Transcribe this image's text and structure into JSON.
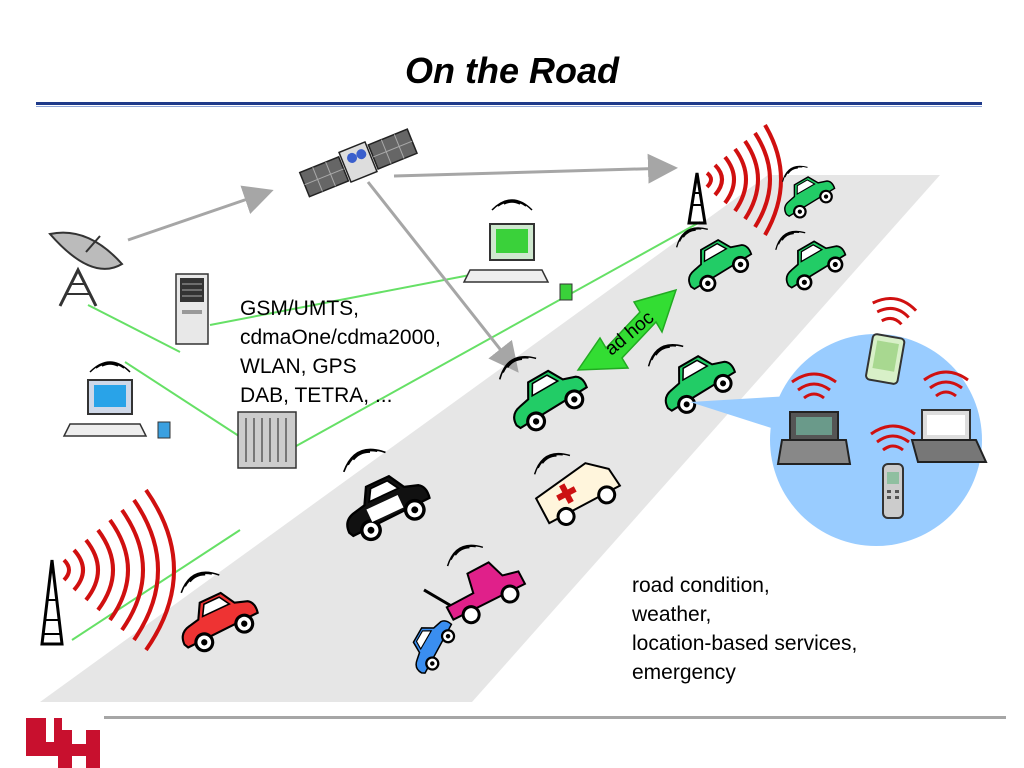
{
  "slide": {
    "title": "On the Road",
    "tech_lines": [
      "GSM/UMTS,",
      "cdmaOne/cdma2000,",
      "WLAN, GPS",
      "DAB, TETRA, ..."
    ],
    "adhoc_label": "ad hoc",
    "services_lines": [
      "road condition,",
      "weather,",
      "location-based services,",
      "emergency"
    ],
    "logo_text": "UH"
  },
  "colors": {
    "title_rule": "#1f3a8a",
    "road": "#e6e6e6",
    "link_lines": "#66e066",
    "arrows": "#a6a6a6",
    "radio_waves": "#d01010",
    "adhoc_arrow": "#33dd33",
    "bubble": "#99ccff",
    "logo": "#c8102e"
  },
  "icons": [
    "satellite-icon",
    "dish-antenna-icon",
    "server-icon",
    "desktop-computer-icon",
    "base-station-icon",
    "radio-tower-icon",
    "car-icon",
    "police-car-icon",
    "ambulance-icon",
    "tow-truck-icon",
    "pda-icon",
    "laptop-icon",
    "mobile-phone-icon",
    "uh-logo-icon"
  ]
}
